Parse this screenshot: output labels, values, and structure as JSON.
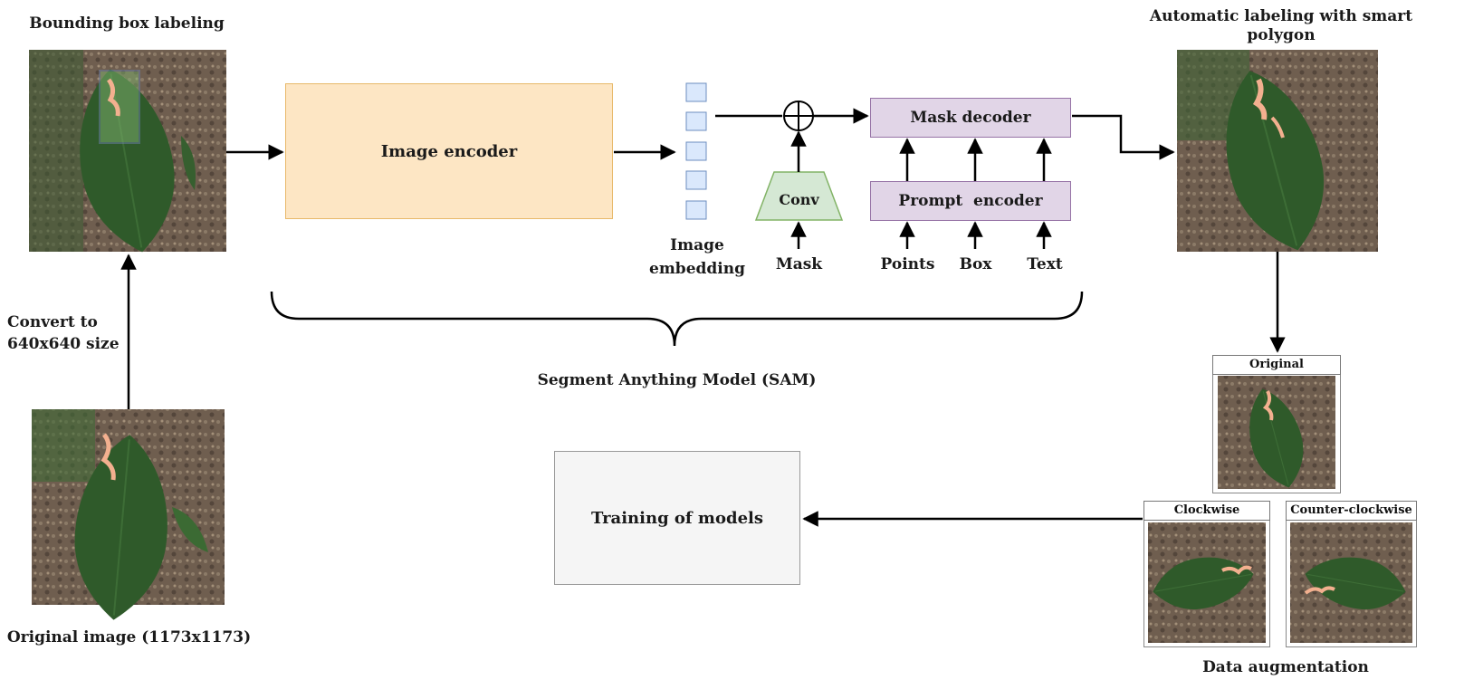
{
  "labels": {
    "bbox_labeling": "Bounding box labeling",
    "auto_labeling": "Automatic labeling with smart polygon",
    "convert": "Convert to 640x640 size",
    "original_image": "Original image (1173x1173)",
    "image_embedding": "Image embedding",
    "mask": "Mask",
    "points": "Points",
    "box": "Box",
    "text": "Text",
    "sam": "Segment Anything Model (SAM)",
    "data_augmentation": "Data augmentation"
  },
  "blocks": {
    "image_encoder": "Image encoder",
    "conv": "Conv",
    "mask_decoder": "Mask decoder",
    "prompt_encoder": "Prompt  encoder",
    "training": "Training of models"
  },
  "augmentation": {
    "original": "Original",
    "clockwise": "Clockwise",
    "counter_clockwise": "Counter-clockwise"
  },
  "colors": {
    "encoder_fill": "#fde6c4",
    "encoder_border": "#e8b96a",
    "conv_fill": "#d5e8d4",
    "conv_border": "#82b366",
    "decoder_fill": "#e1d5e7",
    "decoder_border": "#9673a6",
    "embedding_fill": "#dae8fc",
    "embedding_border": "#6c8ebf",
    "training_fill": "#f5f5f5",
    "training_border": "#999999",
    "leaf": "#2f5a2a",
    "soil": "#6b5a4a",
    "lesion": "#f3b08f"
  }
}
